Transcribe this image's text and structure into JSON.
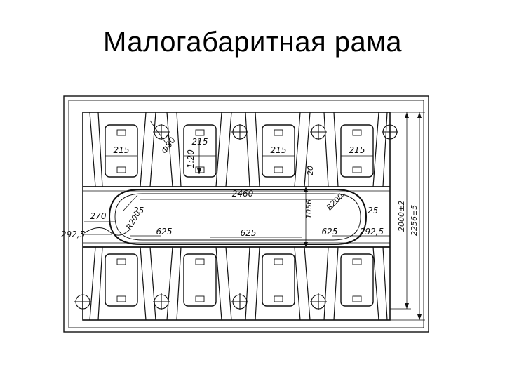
{
  "slide": {
    "title": "Малогабаритная рама"
  },
  "drawing": {
    "dimensions": {
      "pocket_width": "215",
      "hole_diameter": "Ф80",
      "slope": "1:20",
      "web_20": "20",
      "length_2460": "2460",
      "width_1056": "1056",
      "radius_200_left": "R200",
      "radius_200_right": "R200",
      "offset_270": "270",
      "chamfer_25_left": "25",
      "chamfer_25_right": "25",
      "offset_2925_left": "292,5",
      "offset_2925_right": "292,5",
      "pitch_625_a": "625",
      "pitch_625_b": "625",
      "pitch_625_c": "625",
      "height_2000": "2000±2",
      "height_2256": "2256±5"
    }
  }
}
